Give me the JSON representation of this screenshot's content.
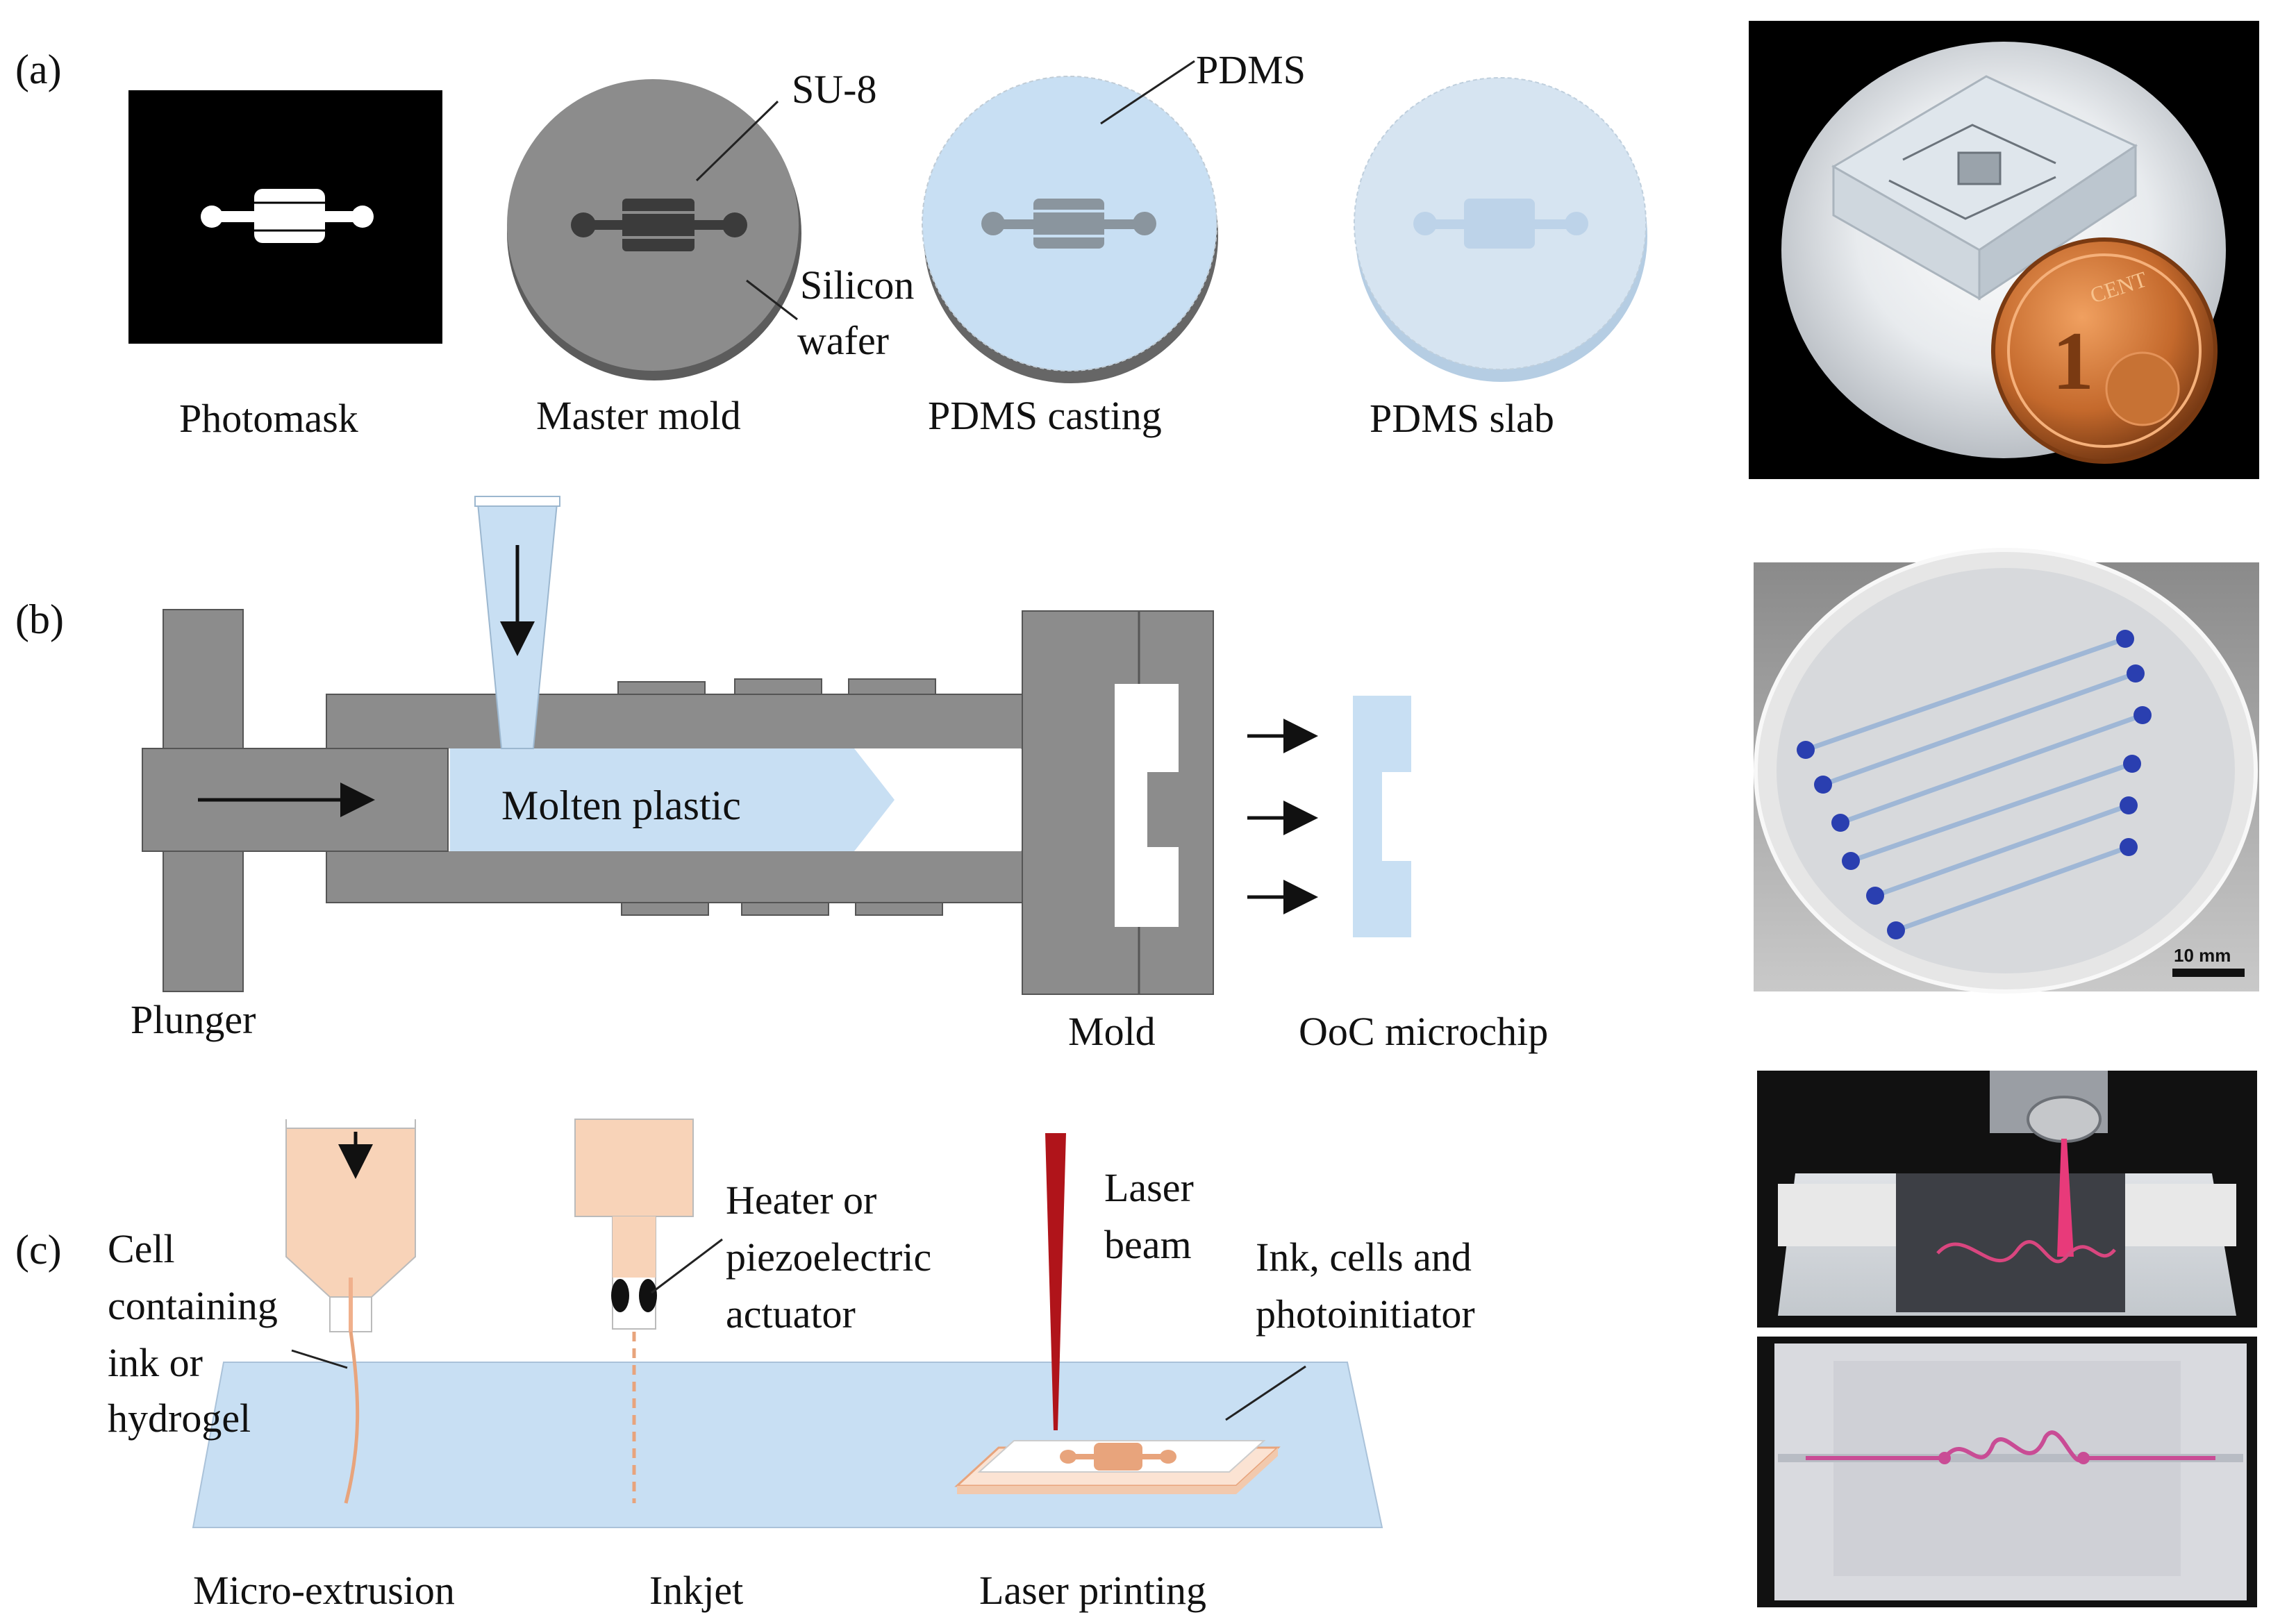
{
  "panel_a": {
    "tag": "(a)",
    "steps": [
      "Photomask",
      "Master mold",
      "PDMS casting",
      "PDMS slab"
    ],
    "callouts": {
      "su8": "SU-8",
      "silicon": "Silicon",
      "wafer": "wafer",
      "pdms": "PDMS"
    }
  },
  "panel_b": {
    "tag": "(b)",
    "molten": "Molten plastic",
    "plunger": "Plunger",
    "mold": "Mold",
    "microchip": "OoC microchip"
  },
  "panel_c": {
    "tag": "(c)",
    "ink_lines": [
      "Cell",
      "containing",
      "ink or",
      "hydrogel"
    ],
    "heater_lines": [
      "Heater or",
      "piezoelectric",
      "actuator"
    ],
    "laser_lines": [
      "Laser",
      "beam"
    ],
    "photo_lines": [
      "Ink, cells and",
      "photoinitiator"
    ],
    "methods": [
      "Micro-extrusion",
      "Inkjet",
      "Laser printing"
    ]
  },
  "photos": {
    "coin_text": "CENT",
    "coin_digit": "1",
    "scale_bar": "10 mm"
  },
  "colors": {
    "gray": "#8c8c8c",
    "dark_gray": "#606060",
    "light_blue": "#c8dff3",
    "peach": "#f8d3b8",
    "orange": "#e8a47c",
    "laser_red": "#b0141a"
  }
}
